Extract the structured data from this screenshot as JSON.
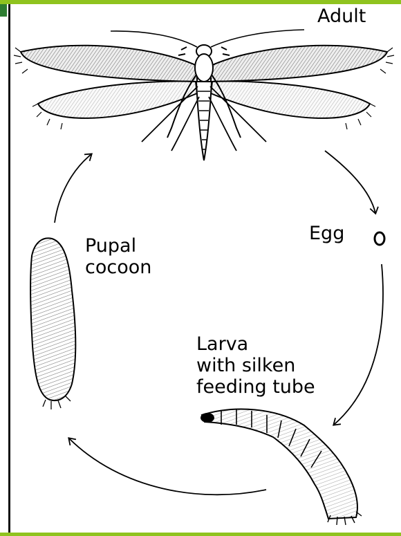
{
  "diagram": {
    "stages": {
      "adult": {
        "label": "Adult"
      },
      "egg": {
        "label": "Egg"
      },
      "larva": {
        "label_lines": [
          "Larva",
          "with silken",
          "feeding tube"
        ]
      },
      "pupa": {
        "label_lines": [
          "Pupal",
          "cocoon"
        ]
      }
    },
    "colors": {
      "accent_green": "#8fc31f",
      "dark_green": "#2e7d32",
      "ink": "#000000"
    }
  }
}
